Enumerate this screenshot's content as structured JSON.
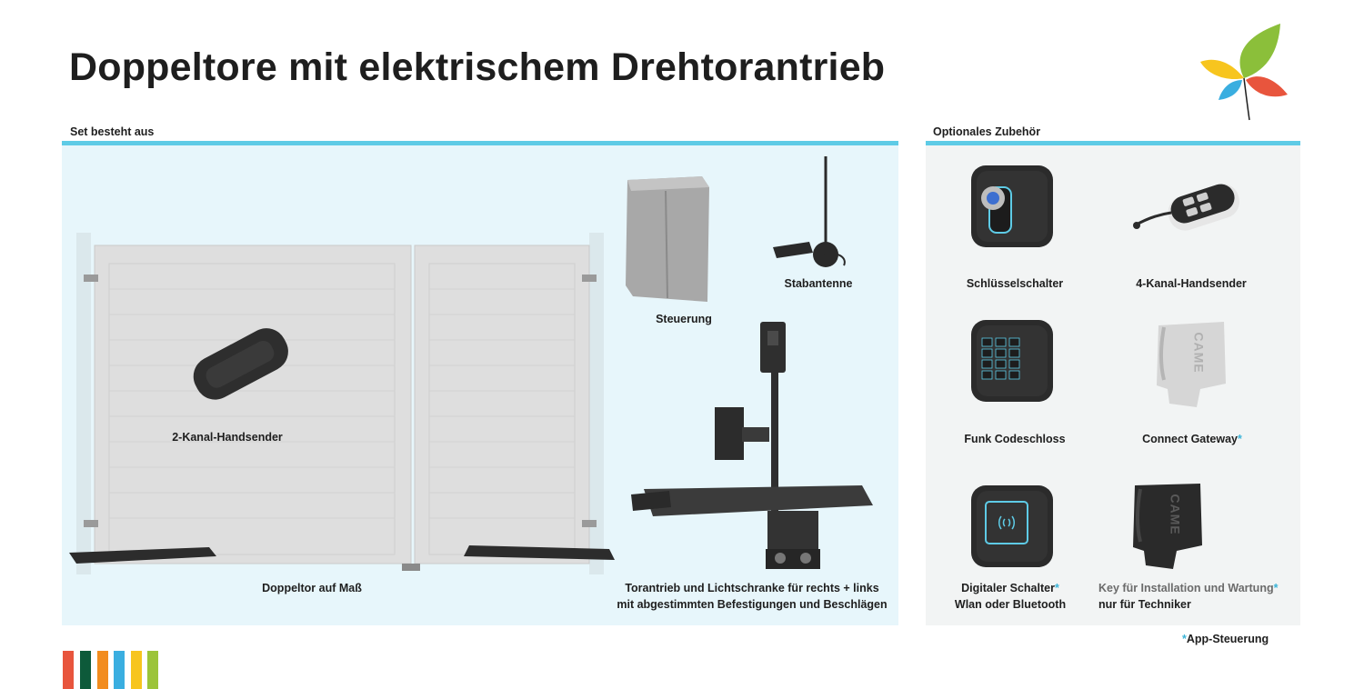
{
  "title": "Doppeltore mit elektrischem Drehtorantrieb",
  "set_section": {
    "label": "Set besteht aus",
    "captions": {
      "handsender": "2-Kanal-Handsender",
      "doppeltor": "Doppeltor auf Maß",
      "steuerung": "Steuerung",
      "stabantenne": "Stabantenne",
      "torantrieb_line1": "Torantrieb und Lichtschranke für rechts + links",
      "torantrieb_line2": "mit abgestimmten Befestigungen und Beschlägen"
    }
  },
  "optional_section": {
    "label": "Optionales Zubehör",
    "items": [
      {
        "label": "Schlüsselschalter",
        "icon": "key-switch-icon"
      },
      {
        "label": "4-Kanal-Handsender",
        "icon": "remote-4ch-icon"
      },
      {
        "label": "Funk Codeschloss",
        "icon": "keypad-icon"
      },
      {
        "label": "Connect Gateway",
        "icon": "gateway-icon",
        "asterisk": "*"
      },
      {
        "label": "Digitaler Schalter",
        "label_line2": "Wlan oder Bluetooth",
        "icon": "digital-switch-icon",
        "asterisk": "*"
      },
      {
        "label": "Key für Installation und Wartung",
        "label_line2": "nur für Techniker",
        "icon": "service-key-icon",
        "asterisk": "*"
      }
    ],
    "brand_text": "CAME"
  },
  "footnote": {
    "asterisk": "*",
    "text": "App-Steuerung"
  },
  "colors": {
    "accent_line": "#5ecbe6",
    "panel_left": "#e7f6fb",
    "panel_right": "#f2f4f4",
    "asterisk": "#3bb4d8",
    "stripes": [
      "#e8553d",
      "#0d5a3a",
      "#f28c1e",
      "#3aaee0",
      "#f7c51e",
      "#9cc43a"
    ],
    "logo_petals": [
      "#f7c51e",
      "#8bbf3a",
      "#e8553d",
      "#3aaee0"
    ]
  },
  "logo": {
    "icon": "butterfly-logo-icon"
  }
}
